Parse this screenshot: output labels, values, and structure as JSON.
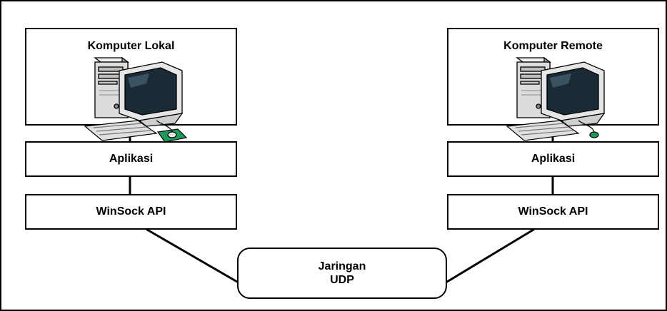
{
  "left": {
    "computer_label": "Komputer Lokal",
    "app_label": "Aplikasi",
    "api_label": "WinSock API",
    "icon": "desktop-computer-icon"
  },
  "right": {
    "computer_label": "Komputer Remote",
    "app_label": "Aplikasi",
    "api_label": "WinSock API",
    "icon": "desktop-computer-icon"
  },
  "network": {
    "line1": "Jaringan",
    "line2": "UDP"
  },
  "colors": {
    "stroke": "#000000",
    "mouse_pad": "#1e9a5a",
    "screen": "#1b2b36"
  }
}
